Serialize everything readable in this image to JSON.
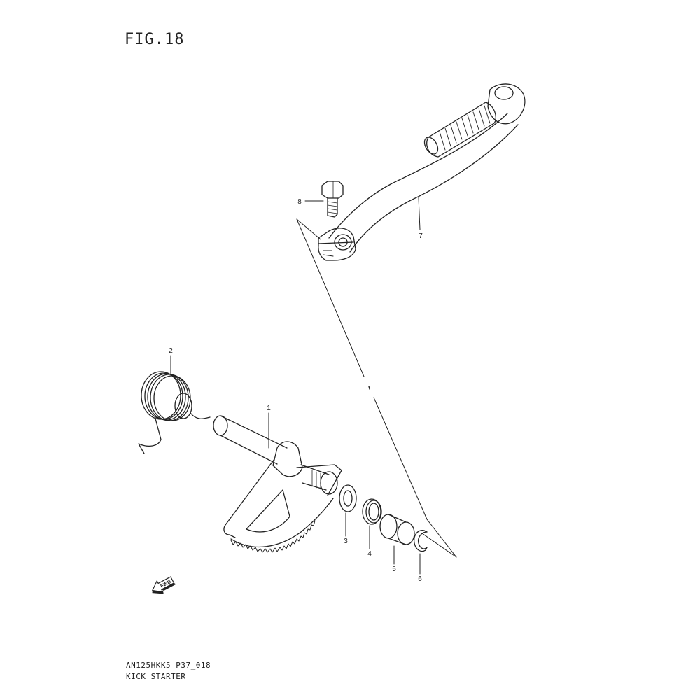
{
  "figure": {
    "title": "FIG.18",
    "model_code": "AN125HKK5",
    "page_code": "P37_018",
    "section_name": "KICK STARTER"
  },
  "direction_marker": {
    "label": "FWD",
    "icon": "fwd-arrow-icon"
  },
  "parts": [
    {
      "ref": "1",
      "part": "kick-starter-shaft-gear"
    },
    {
      "ref": "2",
      "part": "return-spring"
    },
    {
      "ref": "3",
      "part": "washer"
    },
    {
      "ref": "4",
      "part": "oil-seal"
    },
    {
      "ref": "5",
      "part": "bushing"
    },
    {
      "ref": "6",
      "part": "circlip"
    },
    {
      "ref": "7",
      "part": "kick-starter-lever"
    },
    {
      "ref": "8",
      "part": "bolt"
    }
  ],
  "colors": {
    "line": "#222222",
    "background": "#ffffff"
  }
}
